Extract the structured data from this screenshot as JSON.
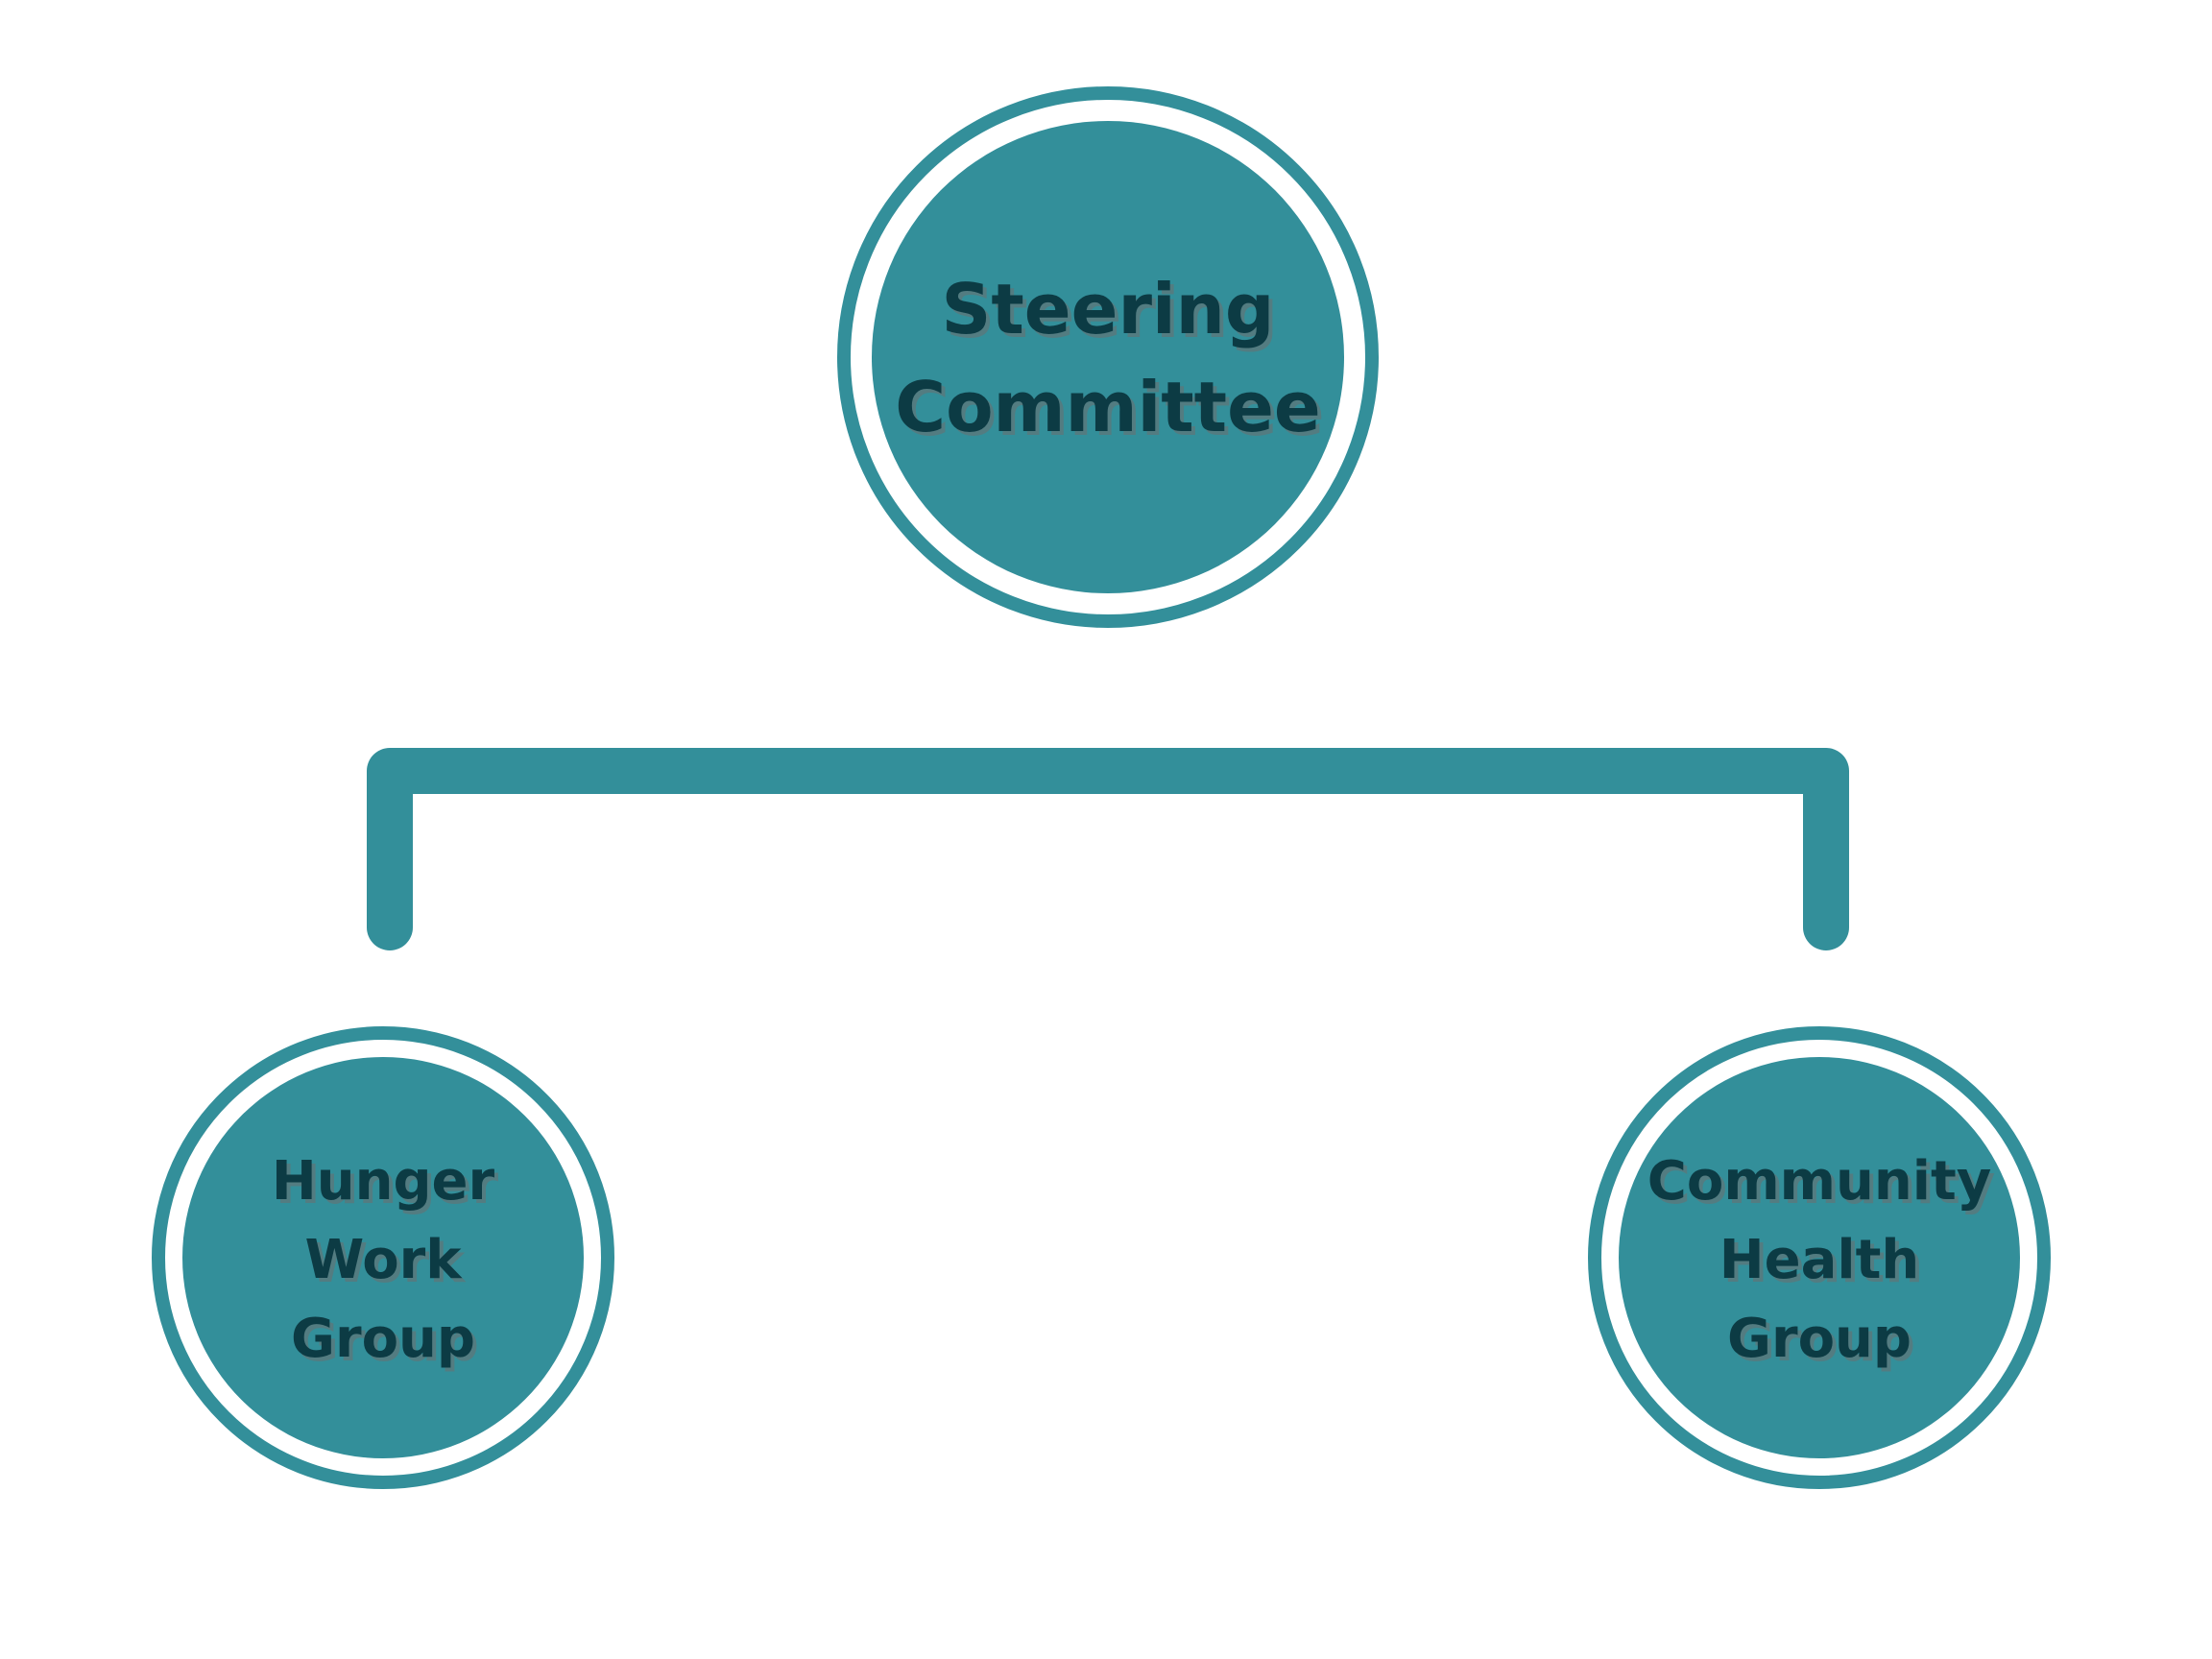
{
  "colors": {
    "teal": "#338f9a",
    "text": "#0c3b44",
    "background": "#ffffff"
  },
  "nodes": [
    {
      "id": "steering",
      "lines": [
        "Steering",
        "Committee"
      ]
    },
    {
      "id": "hunger",
      "lines": [
        "Hunger",
        "Work",
        "Group"
      ]
    },
    {
      "id": "community",
      "lines": [
        "Community",
        "Health",
        "Group"
      ]
    }
  ]
}
